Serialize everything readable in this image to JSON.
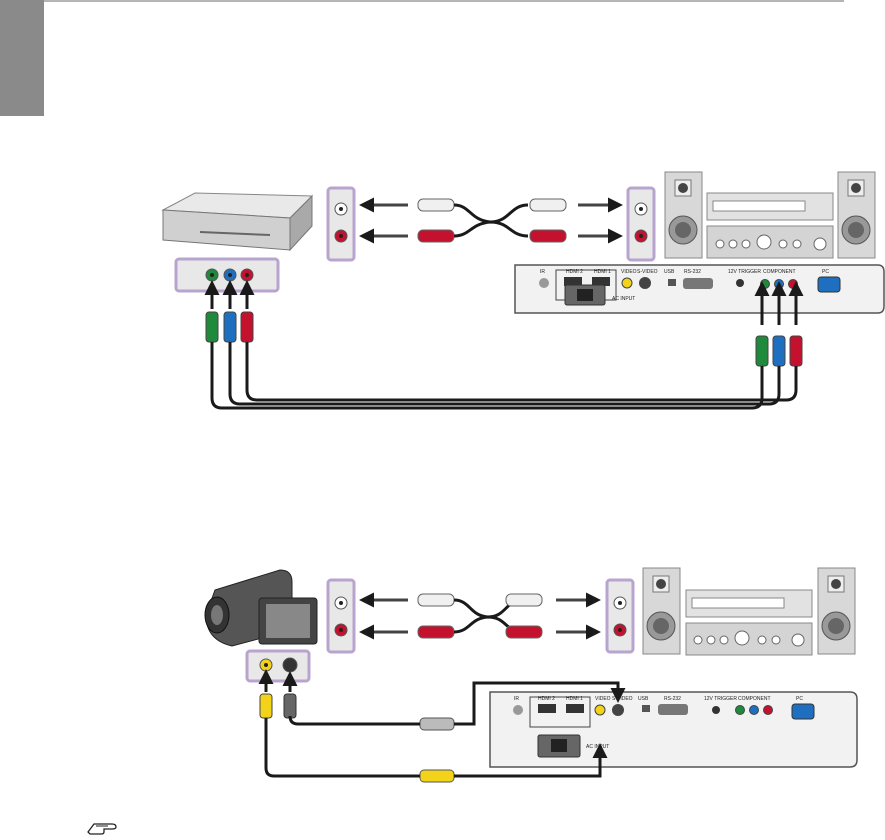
{
  "colors": {
    "cable_red": "#c4122e",
    "cable_green": "#1f8a3c",
    "cable_blue": "#1f6fc0",
    "cable_yellow": "#f3d21a",
    "panel_border": "#b9a3cf",
    "panel_fill": "#e8e8e8",
    "projector_body": "#f2f2f2",
    "cable_black": "#1a1a1a"
  },
  "icons": [
    "dvd-player-icon",
    "camcorder-icon",
    "audio-system-icon",
    "projector-rear-panel-icon",
    "rca-plug-icon",
    "s-video-plug-icon",
    "note-hand-icon"
  ],
  "projector_panel": {
    "ir": "IR",
    "hdmi2": "HDMI 2",
    "hdmi1": "HDMI 1",
    "video": "VIDEO",
    "svideo": "S-VIDEO",
    "usb": "USB",
    "rs232": "RS-232",
    "trigger": "12V TRIGGER",
    "component": "COMPONENT",
    "pc": "PC",
    "ac": "AC INPUT"
  }
}
